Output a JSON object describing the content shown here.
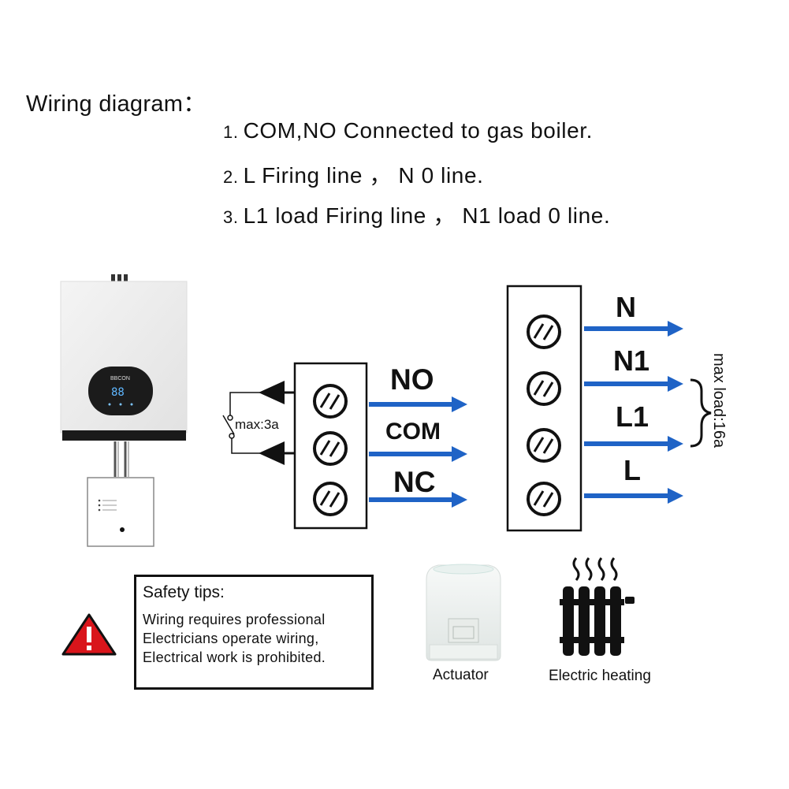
{
  "heading": "Wiring diagram：",
  "steps": [
    {
      "num": "1.",
      "text": "COM,NO Connected to gas boiler."
    },
    {
      "num": "2.",
      "text": "L Firing line ， N 0 line."
    },
    {
      "num": "3.",
      "text": "L1 load Firing line ， N1 load 0 line."
    }
  ],
  "boiler": {
    "brand": "BBCON",
    "display": "88"
  },
  "left_terminal": {
    "labels": [
      "NO",
      "COM",
      "NC"
    ],
    "relay_label": "max:3a"
  },
  "right_terminal": {
    "labels": [
      "N",
      "N1",
      "L1",
      "L"
    ],
    "max_load": "max load:16a"
  },
  "safety": {
    "title": "Safety tips:",
    "lines": [
      "Wiring requires professional",
      "Electricians operate wiring,",
      "Electrical work is prohibited."
    ]
  },
  "captions": {
    "actuator": "Actuator",
    "heating": "Electric heating"
  },
  "colors": {
    "arrow_blue": "#1f63c6",
    "warning_red": "#d9151b",
    "ink": "#111111"
  }
}
